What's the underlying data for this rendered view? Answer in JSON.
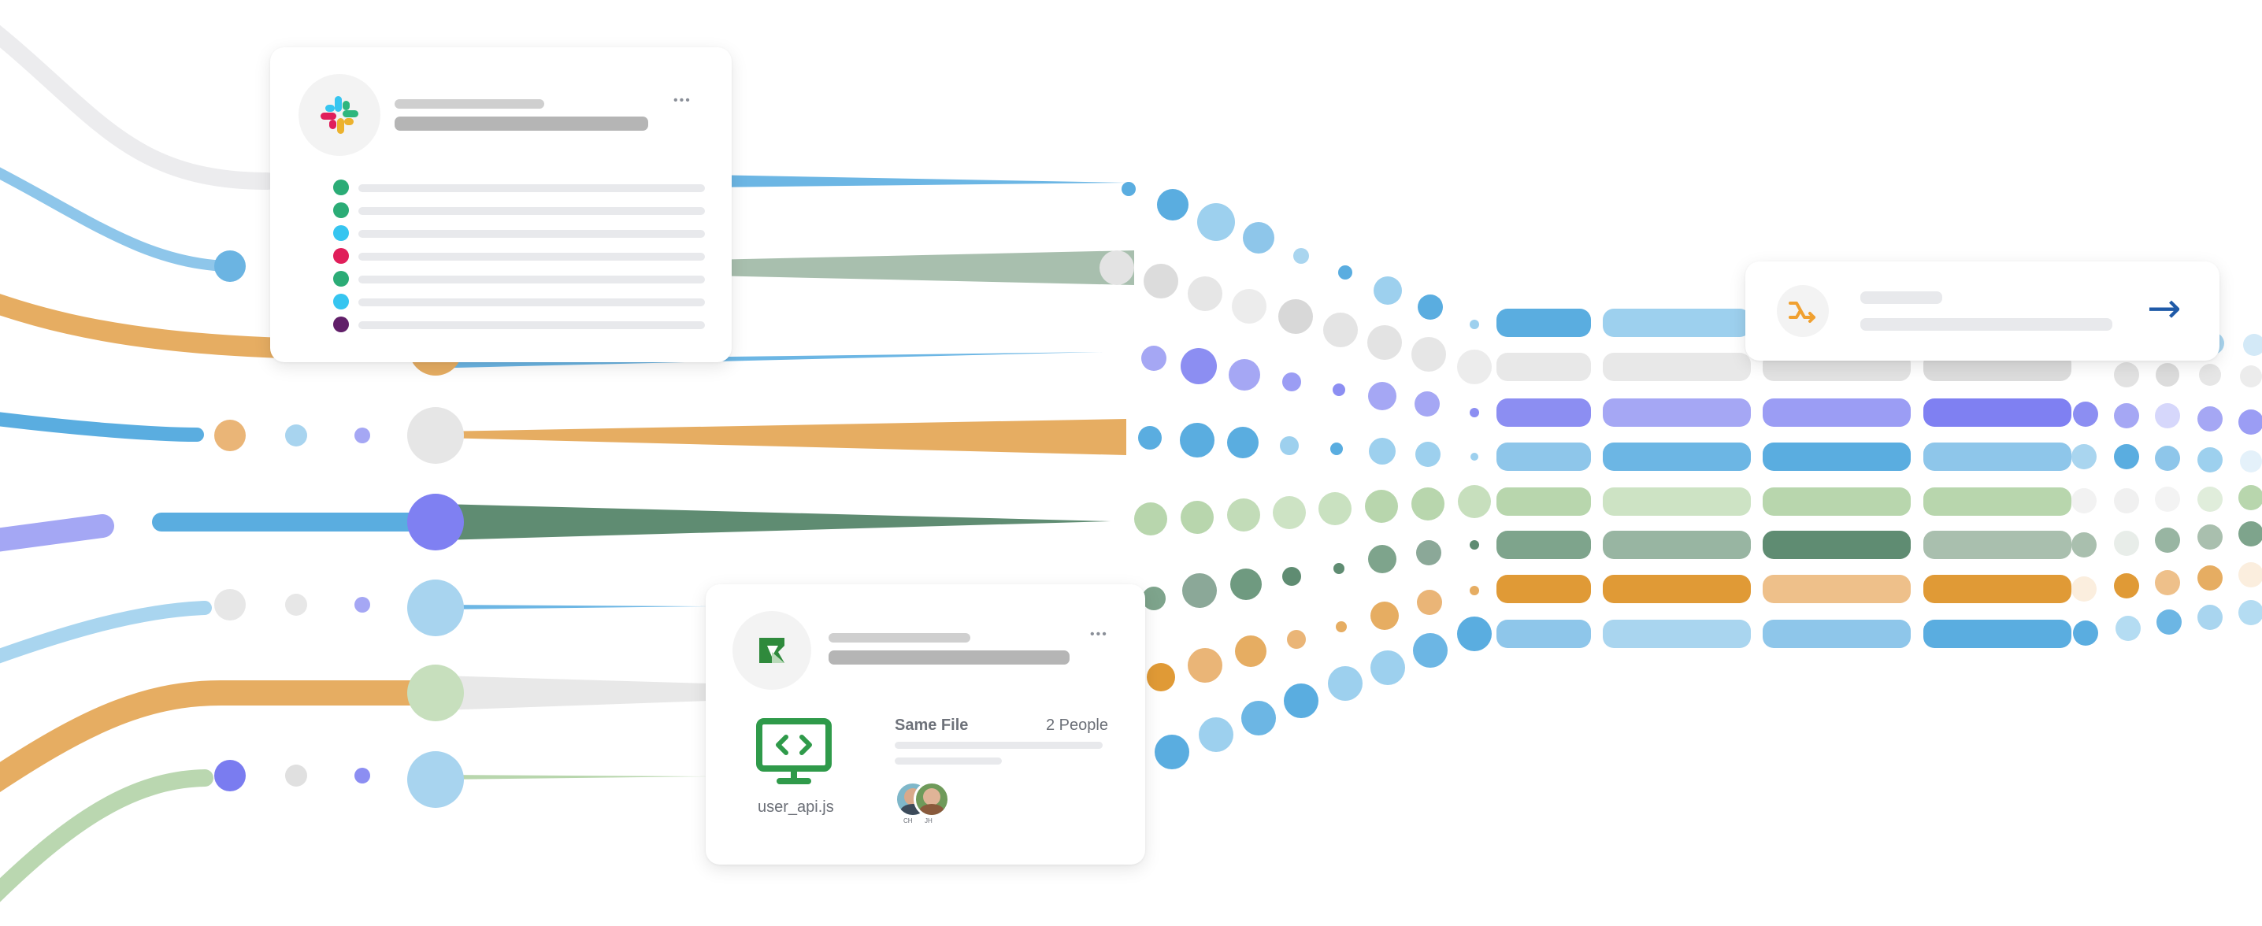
{
  "slack_card": {
    "icon": "slack-logo-icon",
    "more_icon": "ellipsis-icon",
    "more_glyph": "•••",
    "bullet_colors": [
      "#2bac76",
      "#2bac76",
      "#36c5f0",
      "#e01e5a",
      "#2bac76",
      "#36c5f0",
      "#611f69"
    ]
  },
  "file_card": {
    "icon": "launch-arrow-icon",
    "more_icon": "ellipsis-icon",
    "more_glyph": "•••",
    "file_icon": "code-monitor-icon",
    "file_name": "user_api.js",
    "group_label": "Same File",
    "people_count": "2 People",
    "avatars": [
      {
        "initials": "CH",
        "name": "avatar-ch"
      },
      {
        "initials": "JH",
        "name": "avatar-jh"
      }
    ]
  },
  "route_card": {
    "icon": "shuffle-icon",
    "action_icon": "arrow-right-icon",
    "action_glyph": "→"
  },
  "colors": {
    "blue": "#5aade0",
    "light_blue": "#9dd0ee",
    "orange": "#e3a650",
    "gray": "#e6e6e6",
    "purple": "#8c8cf0",
    "dark_green": "#5f8c72",
    "sage": "#a9bfae",
    "light_green": "#b8d6ad",
    "accent_orange": "#f0a030",
    "accent_blue": "#1f5aa8",
    "code_green": "#2f9a4a"
  }
}
